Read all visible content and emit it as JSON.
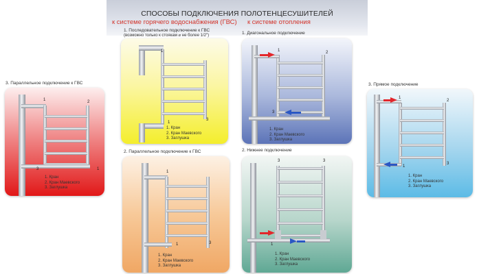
{
  "header": {
    "title": "СПОСОБЫ ПОДКЛЮЧЕНИЯ ПОЛОТЕНЦЕСУШИТЕЛЕЙ",
    "subtitle_left": "к системе горячего водоснабжения (ГВС)",
    "subtitle_right": "к системе отопления"
  },
  "legend_items": [
    "1. Кран",
    "2. Кран Маевского",
    "3. Заглушка"
  ],
  "panels": {
    "sequential_gvs": {
      "caption": "1. Последовательное подключение к ГВС",
      "note": "(возможно только к стоякам ⌀ не более 1/2\")"
    },
    "diagonal": {
      "caption": "1. Диагональное подключение"
    },
    "parallel_gvs_left": {
      "caption": "3. Параллельное подключение к ГВС"
    },
    "parallel_gvs": {
      "caption": "2. Параллельное подключение к ГВС"
    },
    "bottom": {
      "caption": "2. Нижнее подключение"
    },
    "direct": {
      "caption": "3. Прямое подключение"
    }
  },
  "markers": {
    "one": "1",
    "two": "2",
    "three": "3"
  },
  "colors": {
    "accent_red": "#d3352c",
    "arrow_red": "#e2262b",
    "arrow_blue": "#2a57c4",
    "pipe": "#c9ccd1"
  }
}
